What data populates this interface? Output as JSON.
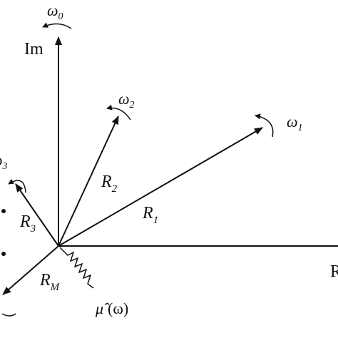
{
  "axes": {
    "imaginary_label": "Im",
    "real_label": "R"
  },
  "vectors": [
    {
      "id": "R1",
      "label": "R",
      "sub": "1",
      "omega": "ω",
      "omega_sub": "1"
    },
    {
      "id": "R2",
      "label": "R",
      "sub": "2",
      "omega": "ω",
      "omega_sub": "2"
    },
    {
      "id": "R3",
      "label": "R",
      "sub": "3",
      "omega": "ω",
      "omega_sub": "3"
    },
    {
      "id": "RM",
      "label": "R",
      "sub": "M",
      "omega": "",
      "omega_sub": ""
    }
  ],
  "omega0": {
    "omega": "ω",
    "sub": "0"
  },
  "noise": {
    "mu": "μ̂",
    "arg": "(ω)"
  },
  "colors": {
    "ink": "#111111",
    "background": "#ffffff"
  }
}
